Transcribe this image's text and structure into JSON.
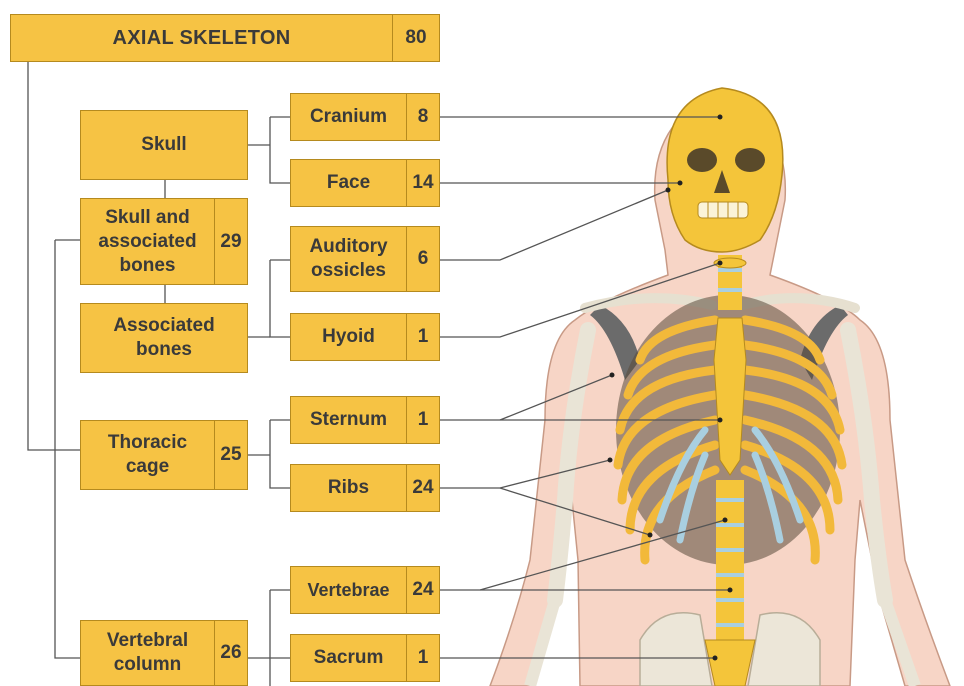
{
  "root": {
    "label": "AXIAL SKELETON",
    "count": "80"
  },
  "groups": {
    "skull": {
      "label": "Skull"
    },
    "skull_assoc": {
      "label": "Skull and\nassociated\nbones",
      "count": "29"
    },
    "associated": {
      "label": "Associated\nbones"
    },
    "thoracic": {
      "label": "Thoracic\ncage",
      "count": "25"
    },
    "vertebral": {
      "label": "Vertebral\ncolumn",
      "count": "26"
    }
  },
  "parts": {
    "cranium": {
      "label": "Cranium",
      "count": "8"
    },
    "face": {
      "label": "Face",
      "count": "14"
    },
    "auditory": {
      "label": "Auditory\nossicles",
      "count": "6"
    },
    "hyoid": {
      "label": "Hyoid",
      "count": "1"
    },
    "sternum": {
      "label": "Sternum",
      "count": "1"
    },
    "ribs": {
      "label": "Ribs",
      "count": "24"
    },
    "vertebrae": {
      "label": "Vertebrae",
      "count": "24"
    },
    "sacrum": {
      "label": "Sacrum",
      "count": "1"
    }
  },
  "colors": {
    "box": "#f6c344",
    "bone": "#f4c53a",
    "cartilage": "#a9cfe0",
    "skin": "#f7d2c2",
    "line": "#333333"
  }
}
